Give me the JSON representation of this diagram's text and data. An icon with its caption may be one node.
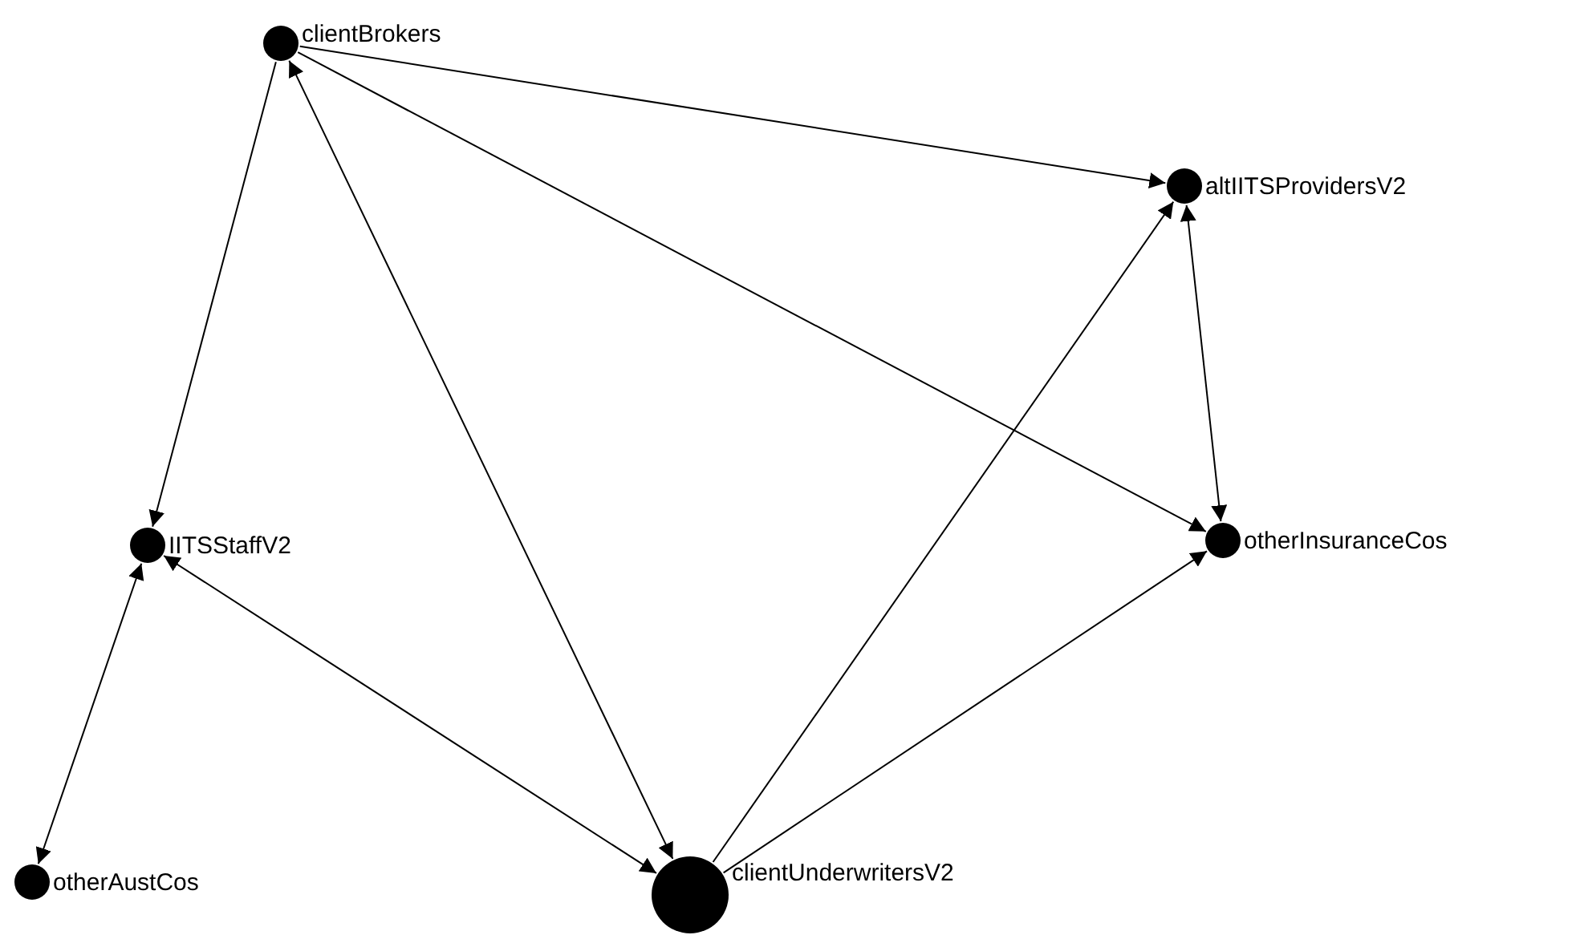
{
  "diagram": {
    "nodes": [
      {
        "text": [
          "clientBrokers"
        ]
      },
      {
        "text": [
          "altIITSProvidersV2"
        ]
      },
      {
        "text": [
          "IITSStaffV2"
        ]
      },
      {
        "text": [
          "otherInsuranceCos"
        ]
      },
      {
        "text": [
          "otherAustCos"
        ]
      },
      {
        "text": [
          "clientUnderwritersV2"
        ]
      }
    ],
    "edges": [
      {
        "from": 0,
        "to": 1,
        "arrow": "to"
      },
      {
        "from": 0,
        "to": 3,
        "arrow": "to"
      },
      {
        "from": 0,
        "to": 5,
        "arrow": "both"
      },
      {
        "from": 0,
        "to": 2,
        "arrow": "to"
      },
      {
        "from": 1,
        "to": 3,
        "arrow": "both"
      },
      {
        "from": 2,
        "to": 4,
        "arrow": "both"
      },
      {
        "from": 2,
        "to": 5,
        "arrow": "both"
      },
      {
        "from": 5,
        "to": 1,
        "arrow": "to"
      },
      {
        "from": 5,
        "to": 3,
        "arrow": "to"
      }
    ]
  }
}
